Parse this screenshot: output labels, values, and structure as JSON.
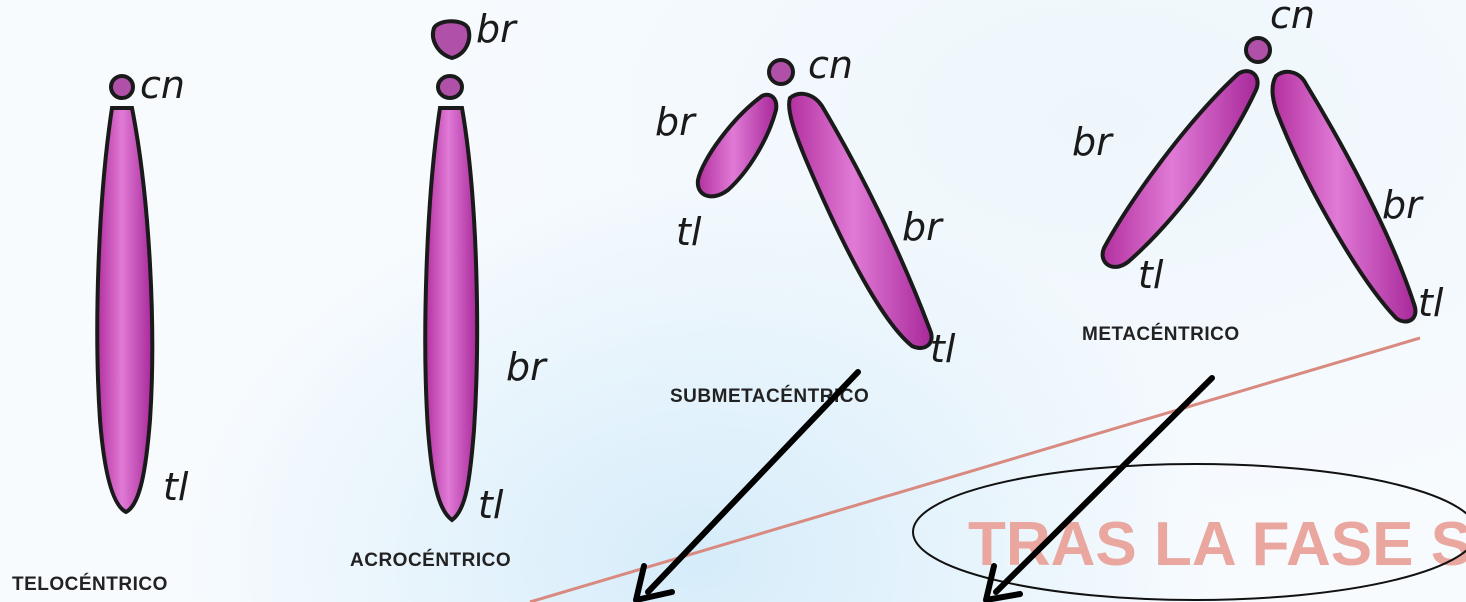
{
  "labels": {
    "centromere": "cn",
    "arm": "br",
    "telomere": "tl"
  },
  "chromosome_types": {
    "telocentric": "TELOCÉNTRICO",
    "acrocentric": "ACROCÉNTRICO",
    "submetacentric": "SUBMETACÉNTRICO",
    "metacentric": "METACÉNTRICO"
  },
  "annotation": {
    "phase_text": "TRAS LA FASE S"
  },
  "colors": {
    "chromosome_fill": "#c43fb4",
    "chromosome_highlight": "#e07ad6",
    "outline": "#1a1a1a",
    "divider_line": "#d98a80",
    "phase_text": "#e9a79f",
    "arrow": "#000000"
  }
}
